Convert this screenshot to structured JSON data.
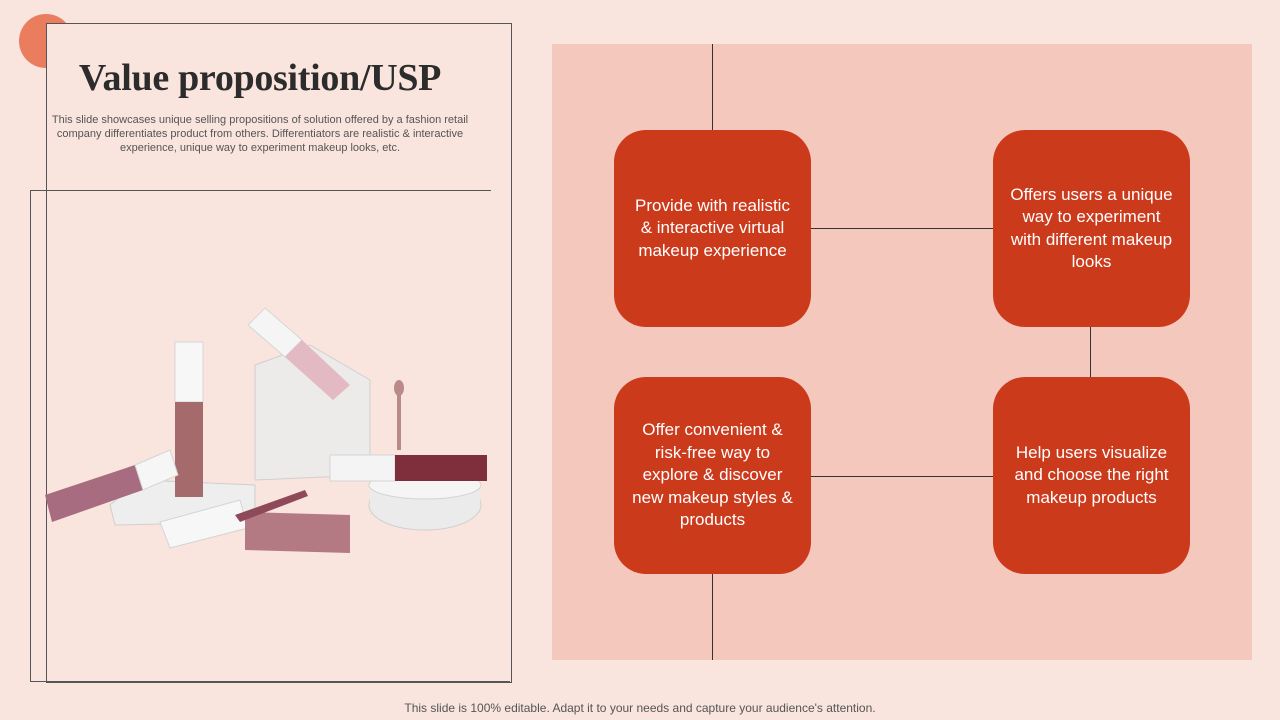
{
  "slide": {
    "title": "Value proposition/USP",
    "subtitle": "This slide showcases unique selling propositions of solution offered by a fashion retail company differentiates product from others. Differentiators are realistic & interactive experience, unique way to  experiment makeup looks, etc.",
    "footer": "This slide is 100% editable. Adapt it to your needs and capture your audience's attention."
  },
  "cards": [
    {
      "text": "Provide with realistic & interactive virtual makeup experience"
    },
    {
      "text": "Offers users a unique way to experiment with different makeup looks"
    },
    {
      "text": "Offer convenient & risk-free way to explore & discover new makeup styles & products"
    },
    {
      "text": "Help users visualize and choose the right makeup products"
    }
  ],
  "colors": {
    "background": "#f9e4de",
    "accent": "#eb7d5f",
    "panel": "#f5c8bd",
    "card": "#cc3a1c"
  },
  "image": {
    "icon": "lipstick-products-photo"
  }
}
